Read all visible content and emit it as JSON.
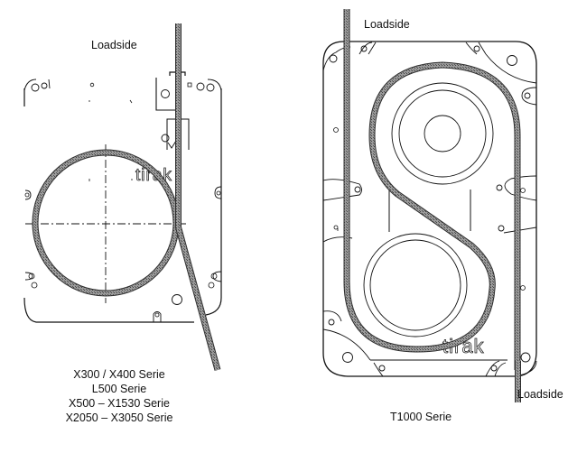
{
  "left_diagram": {
    "loadside_label": "Loadside",
    "logo_text": "tirak",
    "caption_lines": [
      "X300 / X400 Serie",
      "L500 Serie",
      "X500 – X1530 Serie",
      "X2050 – X3050 Serie"
    ]
  },
  "right_diagram": {
    "loadside_top_label": "Loadside",
    "loadside_bottom_label": "Loadside",
    "logo_text": "tirak",
    "caption": "T1000 Serie"
  },
  "colors": {
    "line": "#111111",
    "rope_fill": "#8a8a8a",
    "background": "#ffffff"
  }
}
